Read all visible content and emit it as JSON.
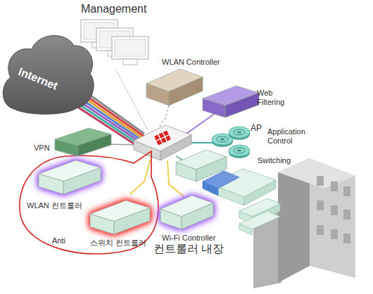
{
  "diagram": {
    "nodes": [
      {
        "text": [
          "Management"
        ]
      },
      {
        "text": [
          "Internet"
        ]
      },
      {
        "text": [
          "WLAN Controller"
        ]
      },
      {
        "text": [
          "Web Filtering"
        ]
      },
      {
        "text": [
          "AP"
        ]
      },
      {
        "text": [
          "VPN"
        ]
      },
      {
        "text": [
          "Switching"
        ]
      },
      {
        "text": [
          "WLAN 컨트롤러"
        ]
      },
      {
        "text": [
          "스위치 컨트롤러"
        ]
      },
      {
        "text": [
          "Wi-Fi Controller",
          "컨트롤러 내장"
        ]
      }
    ],
    "labels": [
      "Application Control",
      "Anti"
    ]
  }
}
